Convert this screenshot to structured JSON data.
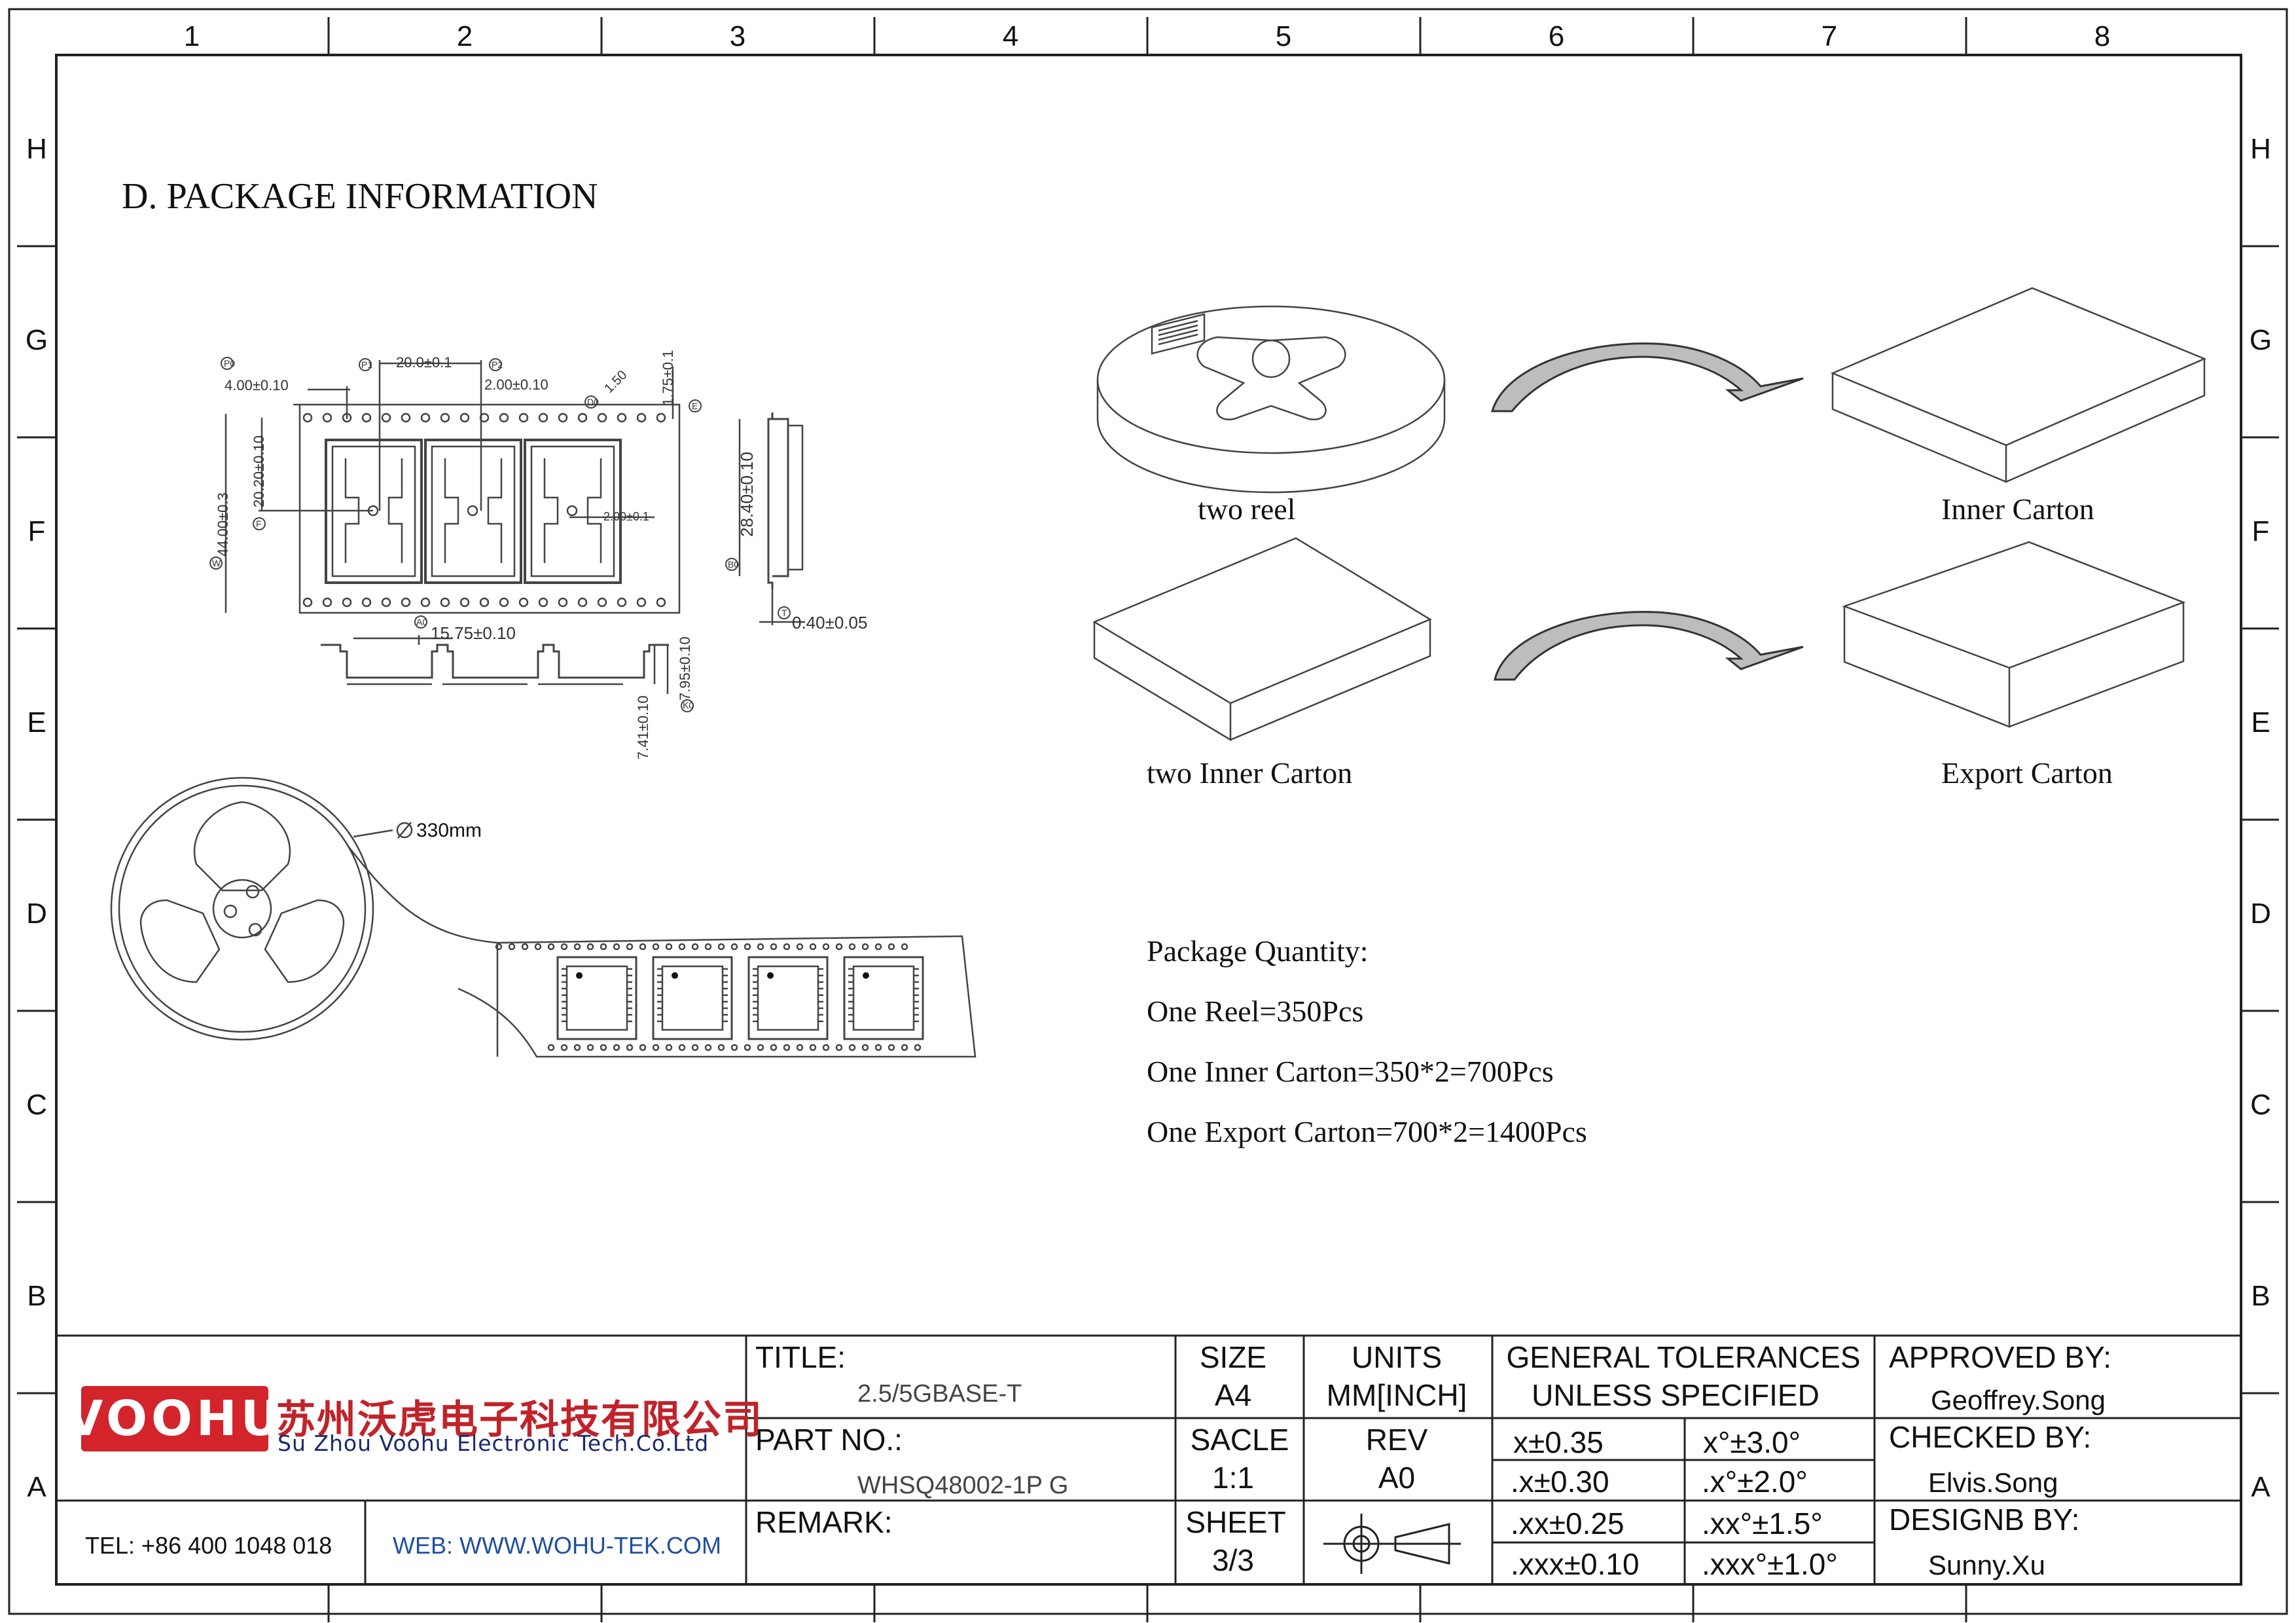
{
  "frame": {
    "columns": [
      "1",
      "2",
      "3",
      "4",
      "5",
      "6",
      "7",
      "8"
    ],
    "rows": [
      "H",
      "G",
      "F",
      "E",
      "D",
      "C",
      "B",
      "A"
    ]
  },
  "heading": "D. PACKAGE INFORMATION",
  "tape_dims": {
    "p0": "P0",
    "p1": "P1",
    "p2": "P2",
    "p0_val": "4.00±0.10",
    "p1_val": "20.0±0.1",
    "p2_val": "2.00±0.10",
    "d0": "D0",
    "d0_val": "1.50",
    "e_val": "1.75±0.1",
    "e": "E",
    "w_val": "44.00±0.3",
    "w": "W",
    "f_val": "20.20±0.10",
    "f": "F",
    "d1_val": "2.00±0.1",
    "a0": "A0",
    "a0_val": "15.75±0.10",
    "b0_val": "28.40±0.10",
    "b0": "B0",
    "t_val": "0.40±0.05",
    "t": "T",
    "k0_val": "7.95±0.10",
    "k0": "K0",
    "k1_val": "7.41±0.10"
  },
  "reel_diameter": "330mm",
  "flow": {
    "two_reel": "two  reel",
    "inner_carton": "Inner Carton",
    "two_inner_carton": "two  Inner Carton",
    "export_carton": "Export Carton"
  },
  "quantity": {
    "title": "Package Quantity:",
    "reel": "One Reel=350Pcs",
    "inner": "One Inner Carton=350*2=700Pcs",
    "export": "One Export Carton=700*2=1400Pcs"
  },
  "company": {
    "logo": "VOOHU",
    "name_cn": "苏州沃虎电子科技有限公司",
    "name_en": "Su Zhou Voohu Electronic Tech.Co.Ltd",
    "tel": "TEL: +86 400 1048 018",
    "web": "WEB: WWW.WOHU-TEK.COM",
    "brand_color": "#d3242c",
    "web_color": "#1f4fa0"
  },
  "title_block": {
    "title_label": "TITLE:",
    "title_value": "2.5/5GBASE-T",
    "part_label": "PART NO.:",
    "part_value": "WHSQ48002-1P G",
    "remark_label": "REMARK:",
    "size_label": "SIZE",
    "size_value": "A4",
    "scale_label": "SACLE",
    "scale_value": "1:1",
    "sheet_label": "SHEET",
    "sheet_value": "3/3",
    "units_label": "UNITS",
    "units_value": "MM[INCH]",
    "rev_label": "REV",
    "rev_value": "A0",
    "tol_title1": "GENERAL TOLERANCES",
    "tol_title2": "UNLESS SPECIFIED",
    "tol": [
      [
        "x±0.35",
        "x°±3.0°"
      ],
      [
        ".x±0.30",
        ".x°±2.0°"
      ],
      [
        ".xx±0.25",
        ".xx°±1.5°"
      ],
      [
        ".xxx±0.10",
        ".xxx°±1.0°"
      ]
    ],
    "approved_label": "APPROVED BY:",
    "approved_value": "Geoffrey.Song",
    "checked_label": "CHECKED BY:",
    "checked_value": "Elvis.Song",
    "designed_label": "DESIGNB BY:",
    "designed_value": "Sunny.Xu"
  }
}
